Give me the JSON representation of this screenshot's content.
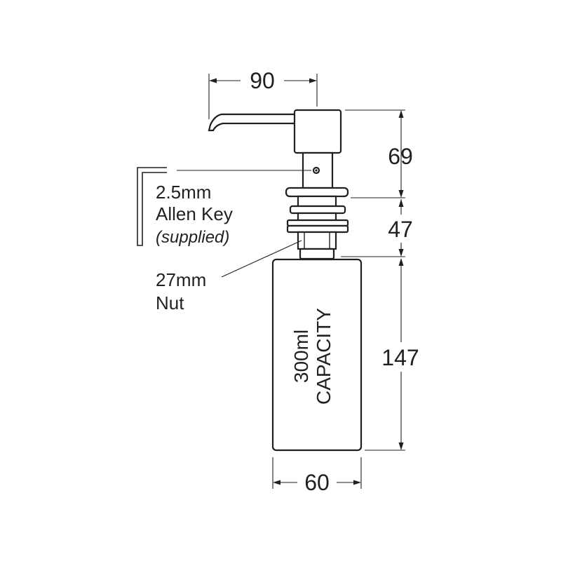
{
  "dimensions": {
    "spout_reach": "90",
    "pump_head_height": "69",
    "body_height": "47",
    "bottle_height": "147",
    "bottle_width": "60"
  },
  "labels": {
    "allen_key_line1": "2.5mm",
    "allen_key_line2": "Allen Key",
    "allen_key_line3": "(supplied)",
    "nut_line1": "27mm",
    "nut_line2": "Nut"
  },
  "bottle": {
    "capacity_line1": "300ml",
    "capacity_line2": "CAPACITY"
  }
}
